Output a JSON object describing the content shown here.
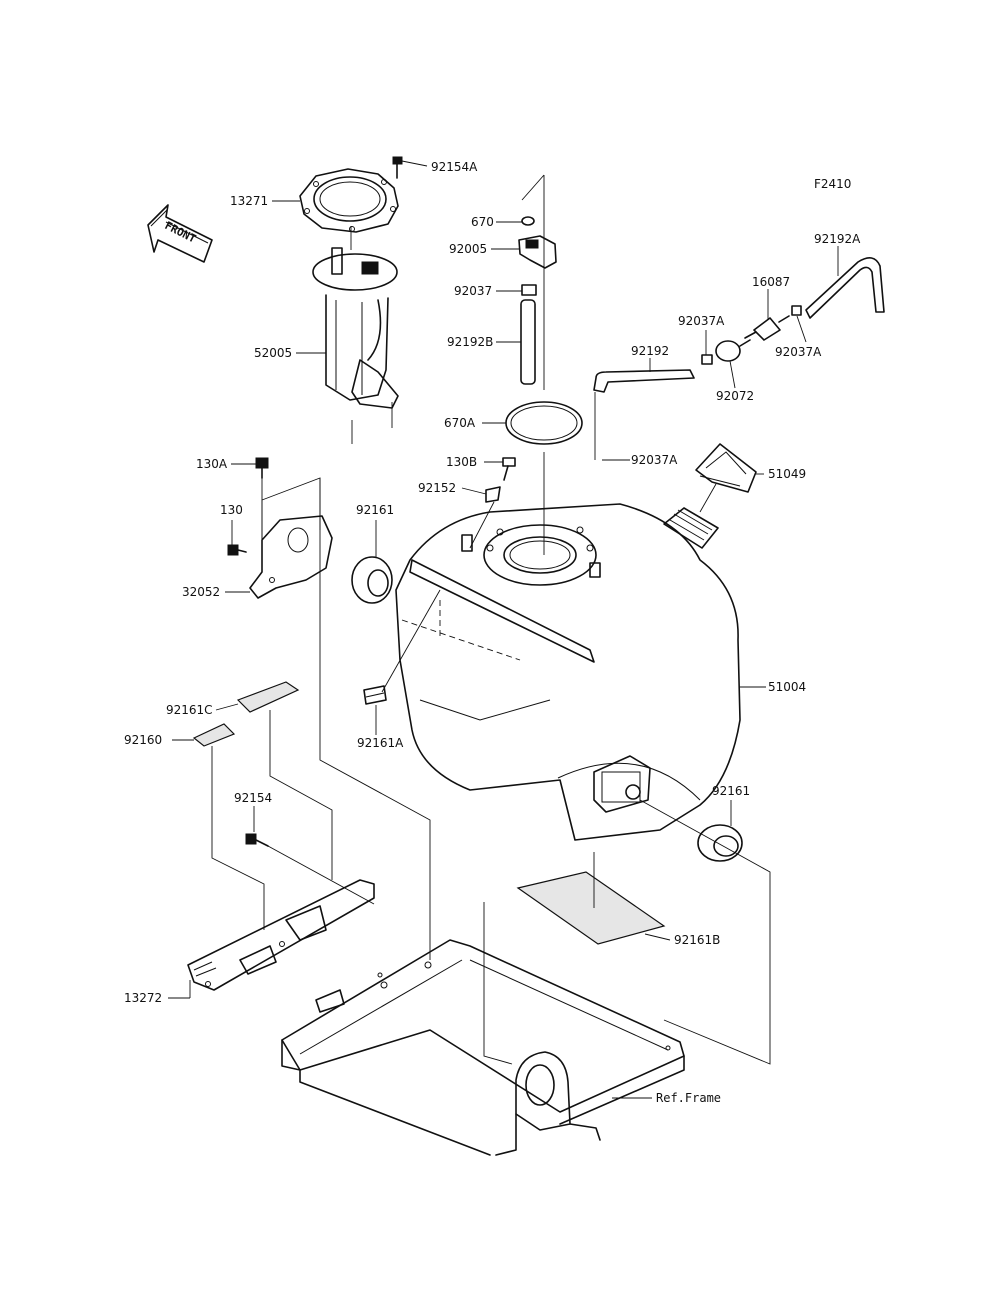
{
  "figure_code": "F2410",
  "front_label": "FRONT",
  "ref_frame_label": "Ref.Frame",
  "parts": {
    "p92154A": "92154A",
    "p13271": "13271",
    "p52005": "52005",
    "p670": "670",
    "p92005": "92005",
    "p92037": "92037",
    "p92192B": "92192B",
    "p670A": "670A",
    "p92192": "92192",
    "p92037A_1": "92037A",
    "p16087": "16087",
    "p92192A": "92192A",
    "p92037A_2": "92037A",
    "p92072": "92072",
    "p130A": "130A",
    "p130": "130",
    "p32052": "32052",
    "p130B": "130B",
    "p92152": "92152",
    "p92161_1": "92161",
    "p92037A_3": "92037A",
    "p51049": "51049",
    "p51004": "51004",
    "p92161A": "92161A",
    "p92161C": "92161C",
    "p92160": "92160",
    "p92154": "92154",
    "p92161_2": "92161",
    "p92161B": "92161B",
    "p13272": "13272"
  }
}
